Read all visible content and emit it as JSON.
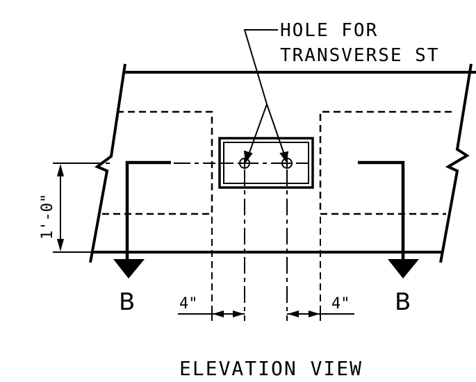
{
  "note": {
    "line1": "HOLE FOR",
    "line2": "TRANSVERSE ST"
  },
  "dimensions": {
    "height": "1'-0\"",
    "left_offset": "4\"",
    "right_offset": "4\""
  },
  "section_marks": {
    "left": "B",
    "right": "B"
  },
  "title": "ELEVATION VIEW"
}
